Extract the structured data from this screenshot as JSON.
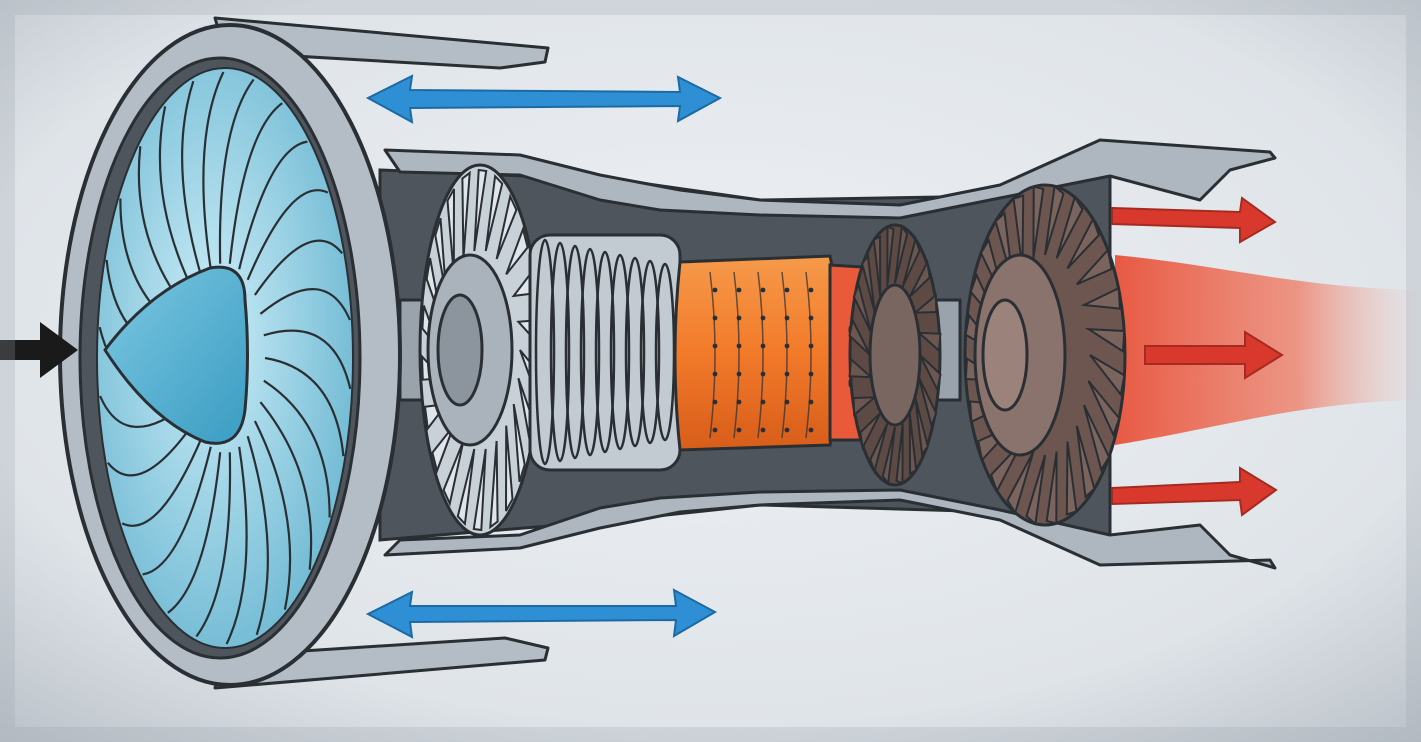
{
  "diagram": {
    "subject": "turbofan-engine-cutaway",
    "labels": [],
    "components": [
      {
        "name": "air-intake-arrow",
        "color": "#1a1a1a"
      },
      {
        "name": "fan-cowling",
        "color": "#b4bdc6"
      },
      {
        "name": "fan-blades",
        "color": "#a9dcee"
      },
      {
        "name": "spinner-cone",
        "color": "#4aaed0"
      },
      {
        "name": "low-pressure-compressor",
        "color": "#c9d1d8"
      },
      {
        "name": "high-pressure-compressor",
        "color": "#c3cbd2"
      },
      {
        "name": "combustion-chamber",
        "color": "#f27a2a"
      },
      {
        "name": "high-pressure-turbine",
        "color": "#5e4a44"
      },
      {
        "name": "low-pressure-turbine",
        "color": "#6d5650"
      },
      {
        "name": "exhaust-plume",
        "color": "#e8523a"
      }
    ],
    "flows": [
      {
        "name": "bypass-flow-upper",
        "color": "#2f8fd4"
      },
      {
        "name": "bypass-flow-lower",
        "color": "#2f8fd4"
      },
      {
        "name": "exhaust-flow-upper",
        "color": "#d8392c"
      },
      {
        "name": "exhaust-flow-center",
        "color": "#d8392c"
      },
      {
        "name": "exhaust-flow-lower",
        "color": "#d8392c"
      }
    ],
    "background": "#e6eaee"
  }
}
